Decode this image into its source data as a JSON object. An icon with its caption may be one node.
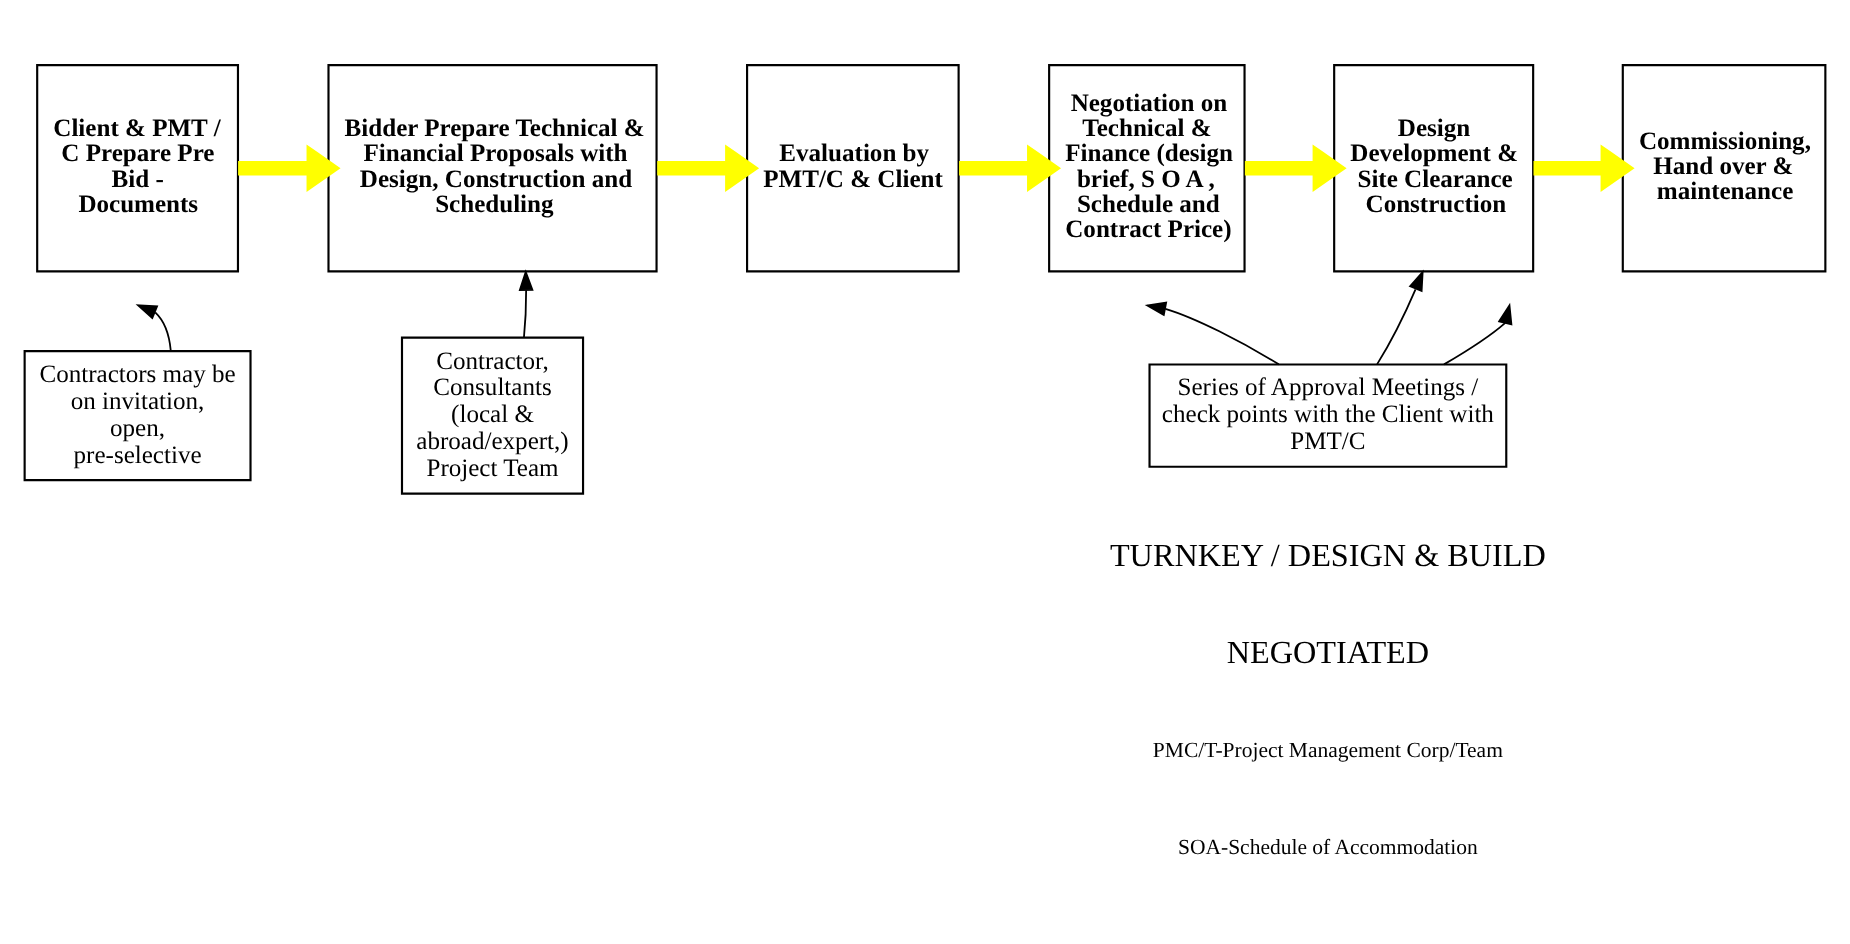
{
  "diagram": {
    "nodes": [
      {
        "text": [
          "Client & PMT / C Prepare Pre Bid - Documents"
        ]
      },
      {
        "text": [
          "Bidder Prepare Technical & Financial Proposals with Design, Construction and Scheduling"
        ]
      },
      {
        "text": [
          "Evaluation by PMT/C & Client"
        ]
      },
      {
        "text": [
          "Negotiation on Technical & Finance (design brief, S O A , Schedule and Contract Price)"
        ]
      },
      {
        "text": [
          "Design Development & Site Clearance Construction"
        ]
      },
      {
        "text": [
          "Commissioning, Hand over & maintenance"
        ]
      },
      {
        "text": [
          "Contractors may be on invitation, open, pre-selective"
        ]
      },
      {
        "text": [
          "Contractor, Consultants (local & abroad/expert,) Project Team"
        ]
      },
      {
        "text": [
          "Series of Approval Meetings / check points with the Client with PMT/C"
        ]
      }
    ],
    "edges": [
      {
        "from": 0,
        "to": 1,
        "arrow": "to",
        "style": "thick",
        "color": "#ffff00"
      },
      {
        "from": 1,
        "to": 2,
        "arrow": "to",
        "style": "thick",
        "color": "#ffff00"
      },
      {
        "from": 2,
        "to": 3,
        "arrow": "to",
        "style": "thick",
        "color": "#ffff00"
      },
      {
        "from": 3,
        "to": 4,
        "arrow": "to",
        "style": "thick",
        "color": "#ffff00"
      },
      {
        "from": 4,
        "to": 5,
        "arrow": "to",
        "style": "thick",
        "color": "#ffff00"
      },
      {
        "from": 6,
        "to": null,
        "arrow": "to",
        "color": "#000000"
      },
      {
        "from": 7,
        "to": 1,
        "arrow": "to",
        "color": "#000000"
      },
      {
        "from": 8,
        "to": null,
        "arrow": "to",
        "color": "#000000"
      },
      {
        "from": 8,
        "to": 4,
        "arrow": "to",
        "color": "#000000"
      },
      {
        "from": 8,
        "to": null,
        "arrow": "to",
        "color": "#000000"
      }
    ],
    "labels": [
      "TURNKEY / DESIGN & BUILD",
      "NEGOTIATED",
      "PMC/T-Project Management Corp/Team",
      "SOA-Schedule of Accommodation"
    ]
  }
}
